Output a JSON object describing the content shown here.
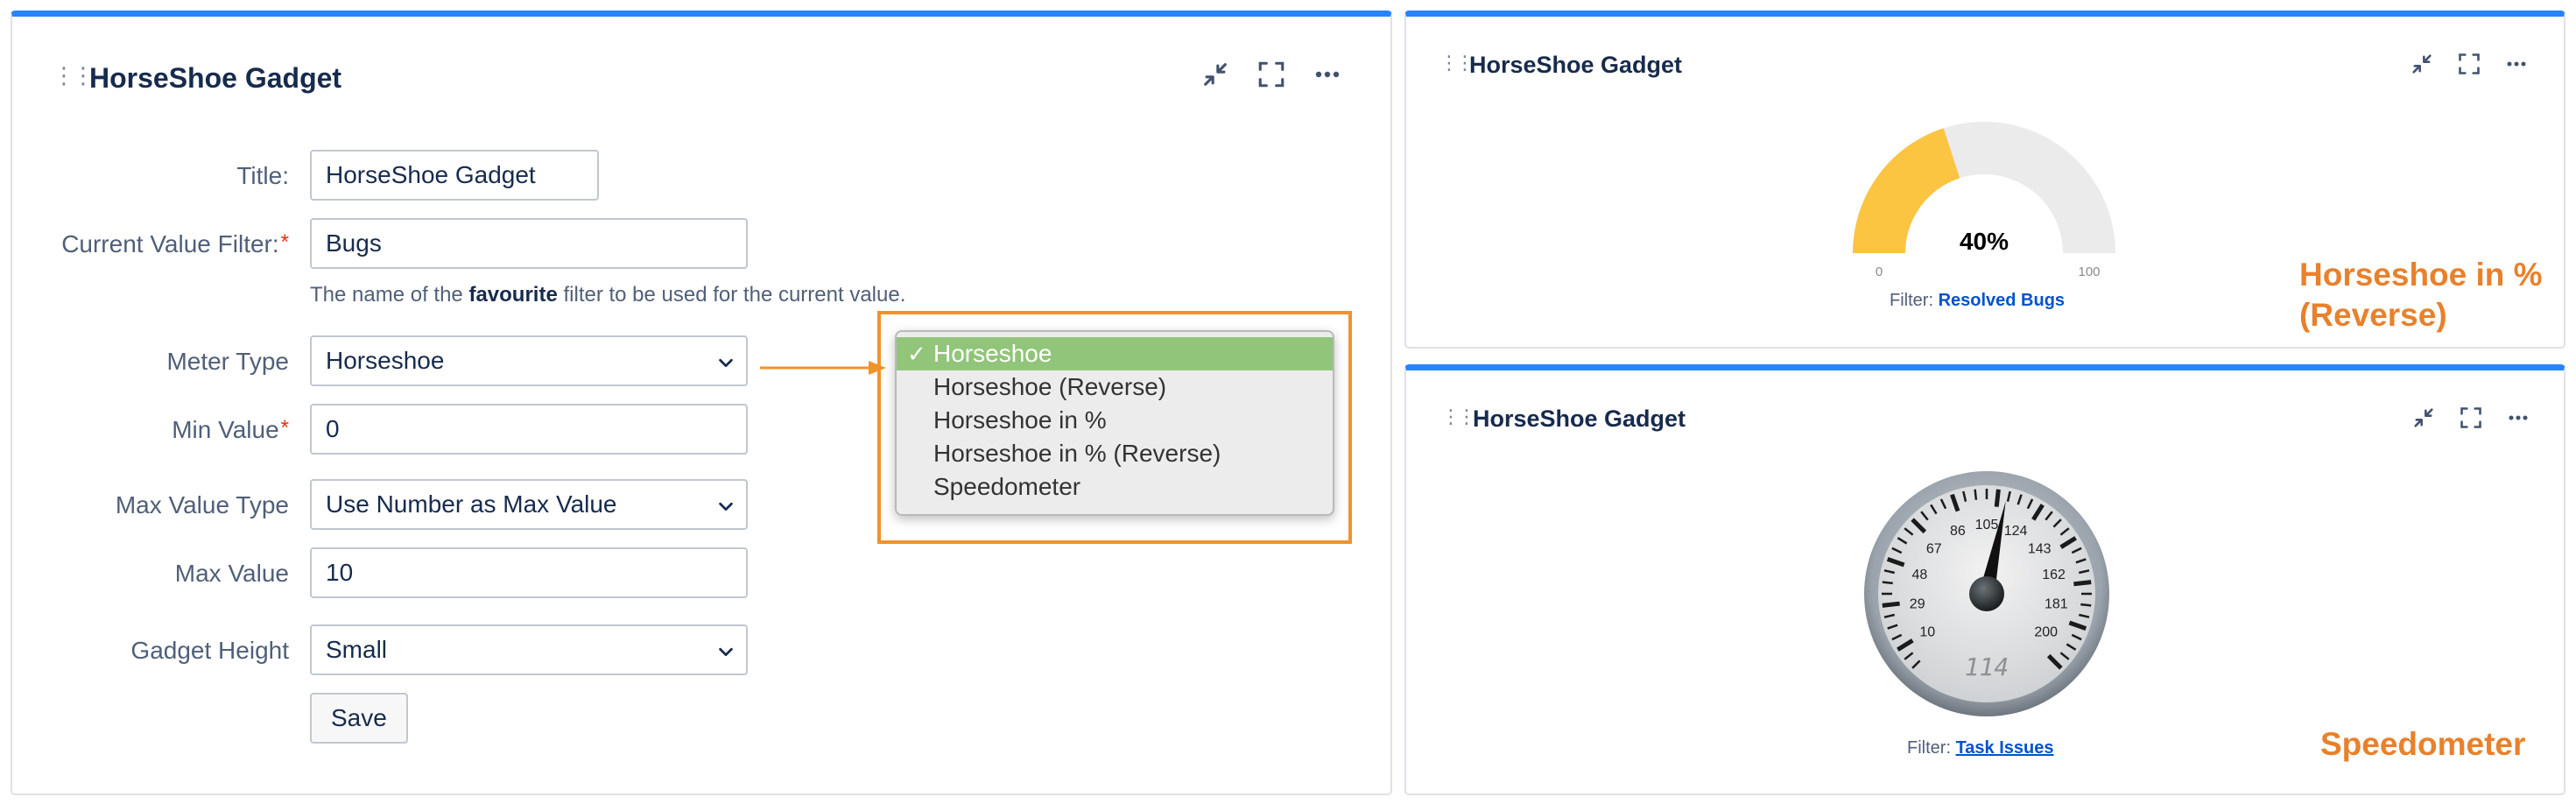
{
  "left_panel": {
    "title": "HorseShoe Gadget",
    "form": {
      "title_label": "Title:",
      "title_value": "HorseShoe Gadget",
      "filter_label": "Current Value Filter:",
      "filter_required": "*",
      "filter_value": "Bugs",
      "filter_help_pre": "The name of the ",
      "filter_help_bold": "favourite",
      "filter_help_post": " filter to be used for the current value.",
      "meter_label": "Meter Type",
      "meter_value": "Horseshoe",
      "min_label": "Min Value",
      "min_required": "*",
      "min_value": "0",
      "maxtype_label": "Max Value Type",
      "maxtype_value": "Use Number as Max Value",
      "max_label": "Max Value",
      "max_value": "10",
      "height_label": "Gadget Height",
      "height_value": "Small",
      "save_label": "Save"
    },
    "meter_options": {
      "selected_mark": "✓",
      "items": [
        "Horseshoe",
        "Horseshoe (Reverse)",
        "Horseshoe in %",
        "Horseshoe in % (Reverse)",
        "Speedometer"
      ]
    }
  },
  "top_right_panel": {
    "title": "HorseShoe Gadget",
    "gauge": {
      "value_label": "40%",
      "value_percent": 40,
      "min_label": "0",
      "max_label": "100",
      "fill_color": "#fbc441",
      "track_color": "#ebebeb"
    },
    "filter_label": "Filter:",
    "filter_link": "Resolved Bugs",
    "note_line1": "Horseshoe in %",
    "note_line2": "(Reverse)"
  },
  "bottom_right_panel": {
    "title": "HorseShoe Gadget",
    "speedometer": {
      "ticks": [
        "10",
        "29",
        "48",
        "67",
        "86",
        "105",
        "124",
        "143",
        "162",
        "181",
        "200"
      ],
      "min": 0,
      "max": 210,
      "value": 114,
      "readout": "114"
    },
    "filter_label": "Filter:",
    "filter_link": "Task Issues",
    "note": "Speedometer"
  },
  "colors": {
    "accent": "#2684ff",
    "callout": "#f0932b",
    "selected_option": "#91c57a",
    "note": "#e8812c"
  }
}
